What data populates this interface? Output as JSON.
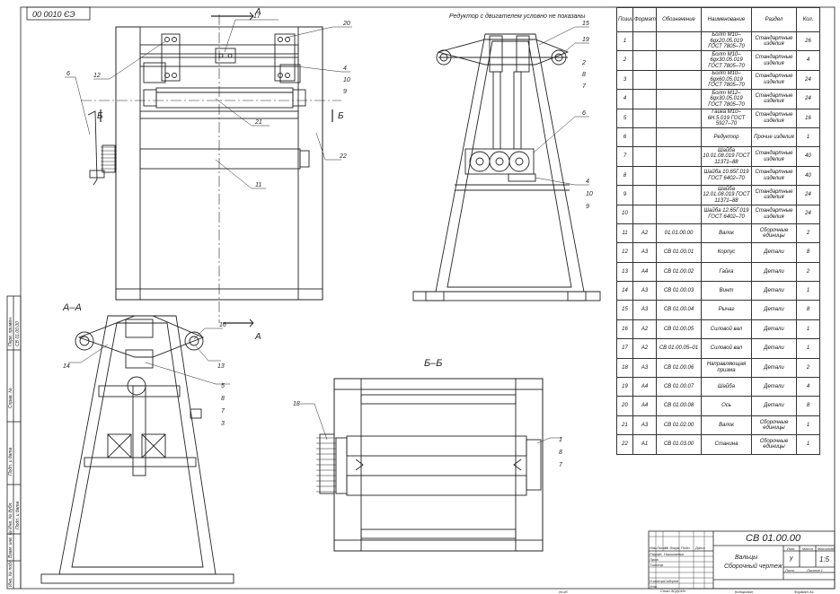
{
  "sheet": {
    "stamp": "00 0010 ЄЭ",
    "note": "Редуктор с двигателем условно не показаны",
    "section_aa": "А–А",
    "section_bb": "Б–Б",
    "cut_a": "А",
    "cut_b": "Б",
    "footer_copied": "Копировал",
    "footer_format": "Формат А1",
    "footer_small": "сп.кб"
  },
  "side_labels": [
    "Перв. примен.",
    "СВ 01.00.00",
    "Справ. №",
    "Подп. и дата",
    "Инв. № дубл.",
    "Взам. инв. №",
    "Подп. и дата",
    "Инв. № подл."
  ],
  "callouts": {
    "front": [
      "17",
      "20",
      "12",
      "6",
      "4",
      "10",
      "9",
      "21",
      "22",
      "11"
    ],
    "side": [
      "15",
      "19",
      "2",
      "8",
      "7",
      "6",
      "4",
      "10",
      "9"
    ],
    "aa": [
      "16",
      "14",
      "13",
      "5",
      "8",
      "7",
      "3"
    ],
    "bb": [
      "18",
      "1",
      "8",
      "7"
    ]
  },
  "bom": {
    "headers": [
      "Позиция",
      "Формат",
      "Обозначение",
      "Наименование",
      "Раздел",
      "Кол."
    ],
    "rows": [
      [
        "1",
        "",
        "",
        "Болт М10–6gх20.05.019 ГОСТ 7805–70",
        "Стандартные изделия",
        "26"
      ],
      [
        "2",
        "",
        "",
        "Болт М10–6gх30.05.019 ГОСТ 7805–70",
        "Стандартные изделия",
        "4"
      ],
      [
        "3",
        "",
        "",
        "Болт М10–6gх60.05.019 ГОСТ 7805–70",
        "Стандартные изделия",
        "24"
      ],
      [
        "4",
        "",
        "",
        "Болт М12–6gх30.05.019 ГОСТ 7805–70",
        "Стандартные изделия",
        "24"
      ],
      [
        "5",
        "",
        "",
        "Гайка М10–6Н.5.019 ГОСТ 5927–70",
        "Стандартные изделия",
        "16"
      ],
      [
        "6",
        "",
        "",
        "Редуктор",
        "Прочие изделия",
        "1"
      ],
      [
        "7",
        "",
        "",
        "Шайба 10.01.08.019 ГОСТ 11371–88",
        "Стандартные изделия",
        "40"
      ],
      [
        "8",
        "",
        "",
        "Шайба 10.65Г.019 ГОСТ 6402–70",
        "Стандартные изделия",
        "40"
      ],
      [
        "9",
        "",
        "",
        "Шайба 12.01.08.019 ГОСТ 11371–88",
        "Стандартные изделия",
        "24"
      ],
      [
        "10",
        "",
        "",
        "Шайба 12.65Г.019 ГОСТ 6402–70",
        "Стандартные изделия",
        "24"
      ],
      [
        "11",
        "А2",
        "01.01.00.00",
        "Валок",
        "Сборочные единицы",
        "2"
      ],
      [
        "12",
        "А3",
        "СВ 01.00.01",
        "Корпус",
        "Детали",
        "8"
      ],
      [
        "13",
        "А4",
        "СВ 01.00.02",
        "Гайка",
        "Детали",
        "2"
      ],
      [
        "14",
        "А3",
        "СВ 01.00.03",
        "Винт",
        "Детали",
        "1"
      ],
      [
        "15",
        "А3",
        "СВ 01.00.04",
        "Рычаг",
        "Детали",
        "8"
      ],
      [
        "16",
        "А2",
        "СВ 01.00.05",
        "Силовой вал",
        "Детали",
        "1"
      ],
      [
        "17",
        "А2",
        "СВ 01.00.05–01",
        "Силовой вал",
        "Детали",
        "1"
      ],
      [
        "18",
        "А3",
        "СВ 01.00.06",
        "Направляющая призма",
        "Детали",
        "2"
      ],
      [
        "19",
        "А4",
        "СВ 01.00.07",
        "Шайба",
        "Детали",
        "4"
      ],
      [
        "20",
        "А4",
        "СВ 01.00.08",
        "Ось",
        "Детали",
        "8"
      ],
      [
        "21",
        "А3",
        "СВ 01.02.00",
        "Валок",
        "Сборочные единицы",
        "1"
      ],
      [
        "22",
        "А1",
        "СВ 01.03.00",
        "Станина",
        "Сборочные единицы",
        "1"
      ]
    ]
  },
  "title_block": {
    "designation": "СВ 01.00.00",
    "name_line1": "Вальцы",
    "name_line2": "Сборочный чертеж",
    "col_headers": [
      "Изм.",
      "Лист",
      "№ докум.",
      "Подп.",
      "Дата"
    ],
    "roles": [
      "Разраб.",
      "Пров.",
      "Т.контр.",
      "",
      "Н.контр.",
      "Утв."
    ],
    "names": [
      "Николаенко",
      "",
      "",
      "",
      "Сидоров",
      ""
    ],
    "lit_label": "Лит.",
    "mass_label": "Масса",
    "scale_label": "Масштаб",
    "lit_value": "у",
    "scale_value": "1:5",
    "sheet_label": "Лист",
    "sheets_label": "Листов 1",
    "org": "Стан.ЗСДОИн"
  }
}
